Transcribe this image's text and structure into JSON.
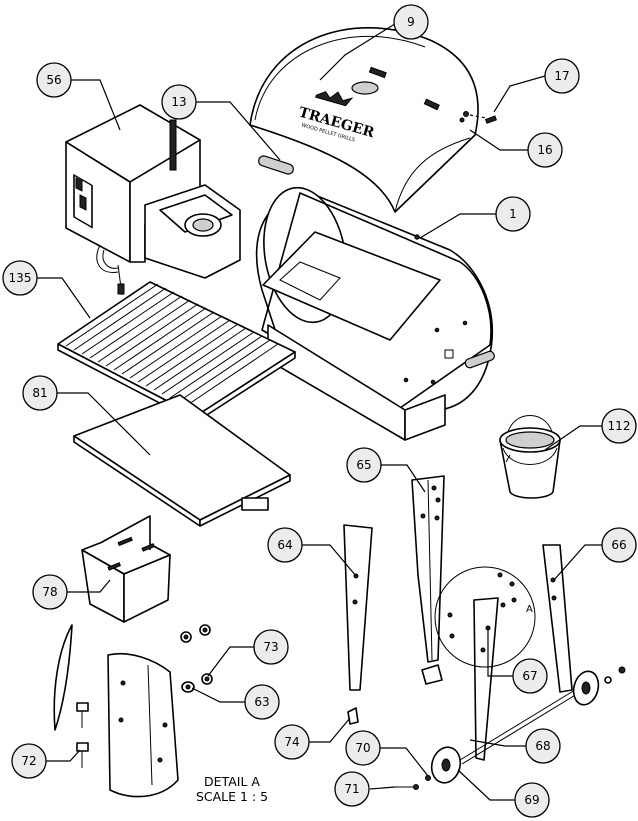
{
  "title": "",
  "brand": {
    "logo_text": "TRAEGER",
    "logo_subtext": "WOOD PELLET GRILLS"
  },
  "detail_label": {
    "line1": "DETAIL A",
    "line2": "SCALE 1 : 5",
    "view_letter": "A"
  },
  "balloons": [
    {
      "id": "9",
      "label": "9"
    },
    {
      "id": "56",
      "label": "56"
    },
    {
      "id": "13",
      "label": "13"
    },
    {
      "id": "17",
      "label": "17"
    },
    {
      "id": "16",
      "label": "16"
    },
    {
      "id": "1",
      "label": "1"
    },
    {
      "id": "135",
      "label": "135"
    },
    {
      "id": "81",
      "label": "81"
    },
    {
      "id": "112",
      "label": "112"
    },
    {
      "id": "65",
      "label": "65"
    },
    {
      "id": "64",
      "label": "64"
    },
    {
      "id": "66",
      "label": "66"
    },
    {
      "id": "78",
      "label": "78"
    },
    {
      "id": "73",
      "label": "73"
    },
    {
      "id": "67",
      "label": "67"
    },
    {
      "id": "63",
      "label": "63"
    },
    {
      "id": "74",
      "label": "74"
    },
    {
      "id": "68",
      "label": "68"
    },
    {
      "id": "70",
      "label": "70"
    },
    {
      "id": "72",
      "label": "72"
    },
    {
      "id": "71",
      "label": "71"
    },
    {
      "id": "69",
      "label": "69"
    }
  ]
}
